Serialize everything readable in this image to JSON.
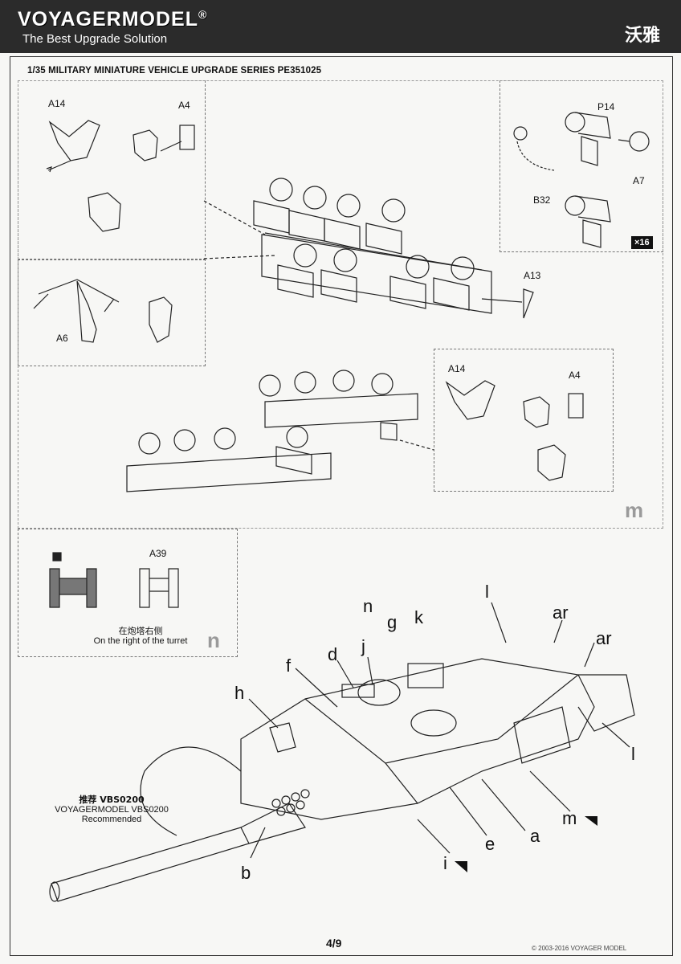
{
  "header": {
    "brand": "VOYAGERMODEL",
    "reg_mark": "®",
    "tagline": "The Best Upgrade Solution",
    "brand_cn": "沃雅",
    "series": "1/35 MILITARY MINIATURE VEHICLE  UPGRADE SERIES PE351025"
  },
  "step_m": {
    "step_label": "m",
    "detail_left": {
      "part_a14": "A14",
      "part_a4": "A4",
      "part_a6": "A6"
    },
    "detail_right": {
      "part_p14": "P14",
      "part_a7": "A7",
      "part_b32": "B32",
      "qty": "×16"
    },
    "part_a13": "A13",
    "detail_lower": {
      "part_a14": "A14",
      "part_a4": "A4"
    }
  },
  "step_n": {
    "step_label": "n",
    "part_a39": "A39",
    "note_cn": "在炮塔右侧",
    "note_en": "On the right of the turret"
  },
  "overview": {
    "labels": [
      "n",
      "g",
      "k",
      "l",
      "ar",
      "ar",
      "d",
      "j",
      "f",
      "h",
      "l",
      "m",
      "a",
      "e",
      "i",
      "b"
    ],
    "barrel_note_cn": "推荐 VBS0200",
    "barrel_note_brand": "VOYAGERMODEL VBS0200",
    "barrel_note_en": "Recommended"
  },
  "footer": {
    "page": "4/9",
    "copyright": "© 2003-2016 VOYAGER MODEL"
  }
}
